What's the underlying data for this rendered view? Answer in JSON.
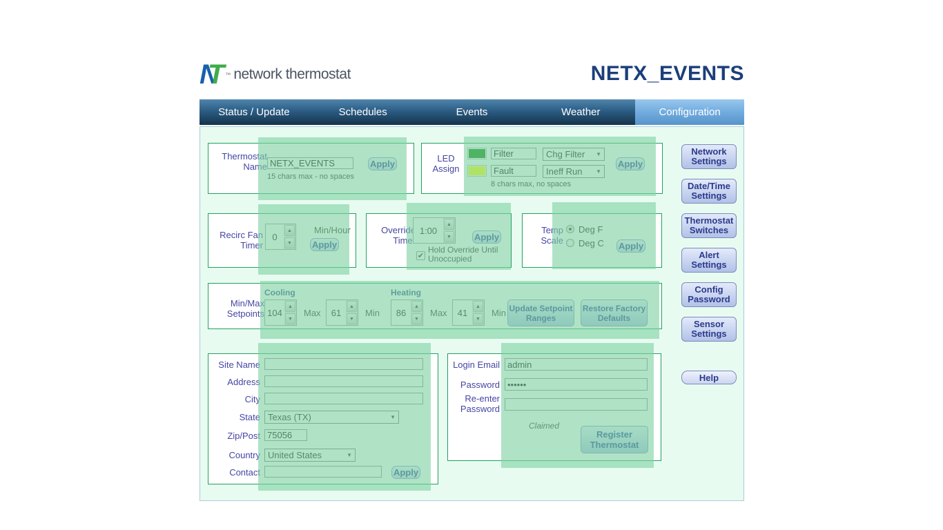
{
  "header": {
    "logo_n": "N",
    "logo_t": "T",
    "logo_tm": "™",
    "logo_text": "network thermostat",
    "title": "NETX_EVENTS"
  },
  "nav": {
    "tabs": [
      {
        "label": "Status / Update"
      },
      {
        "label": "Schedules"
      },
      {
        "label": "Events"
      },
      {
        "label": "Weather"
      },
      {
        "label": "Configuration",
        "active": true
      }
    ]
  },
  "sections": {
    "thermostat_name": {
      "label": "Thermostat Name",
      "value": "NETX_EVENTS",
      "hint": "15 chars max - no spaces",
      "apply": "Apply"
    },
    "led_assign": {
      "label": "LED Assign",
      "rows": [
        {
          "color": "#008000",
          "name": "Filter",
          "mode": "Chg Filter"
        },
        {
          "color": "#ffff00",
          "name": "Fault",
          "mode": "Ineff Run"
        }
      ],
      "hint": "8 chars max, no spaces",
      "apply": "Apply",
      "caret": "▼"
    },
    "recirc_fan_timer": {
      "label": "Recirc Fan Timer",
      "value": "0",
      "unit": "Min/Hour",
      "apply": "Apply"
    },
    "override_timer": {
      "label": "Override Timer",
      "value": "1:00",
      "apply": "Apply",
      "checkbox_label": "Hold Override Until Unoccupied",
      "checkbox_checked": true,
      "check_glyph": "✔"
    },
    "temp_scale": {
      "label": "Temp Scale",
      "option_f": "Deg F",
      "option_c": "Deg C",
      "selected": "Deg F",
      "apply": "Apply"
    },
    "setpoints": {
      "label": "Min/Max Setpoints",
      "cooling_header": "Cooling",
      "heating_header": "Heating",
      "cooling_max": "104",
      "cooling_min": "61",
      "heating_max": "86",
      "heating_min": "41",
      "max_label": "Max",
      "min_label": "Min",
      "update_button": "Update Setpoint Ranges",
      "restore_button": "Restore Factory Defaults"
    },
    "site": {
      "labels": {
        "site_name": "Site Name",
        "address": "Address",
        "city": "City",
        "state": "State",
        "zip": "Zip/Post",
        "country": "Country",
        "contact": "Contact"
      },
      "values": {
        "site_name": "",
        "address": "",
        "city": "",
        "state": "Texas (TX)",
        "zip": "75056",
        "country": "United States",
        "contact": ""
      },
      "apply": "Apply",
      "caret": "▼"
    },
    "login": {
      "email_label": "Login Email",
      "email": "admin",
      "password_label": "Password",
      "password": "••••••",
      "reenter_label": "Re-enter Password",
      "claimed": "Claimed",
      "register": "Register Thermostat"
    }
  },
  "sidebar": {
    "buttons": [
      {
        "label": "Network Settings"
      },
      {
        "label": "Date/Time Settings"
      },
      {
        "label": "Thermostat Switches"
      },
      {
        "label": "Alert Settings"
      },
      {
        "label": "Config Password"
      },
      {
        "label": "Sensor Settings"
      }
    ],
    "help": "Help"
  },
  "spinner": {
    "up": "▲",
    "down": "▼"
  },
  "colors": {
    "overlay": "rgba(127,210,163,0.62)",
    "led_green": "#008000",
    "led_yellow": "#ffff00",
    "title_accent": "#1c3f7b"
  }
}
